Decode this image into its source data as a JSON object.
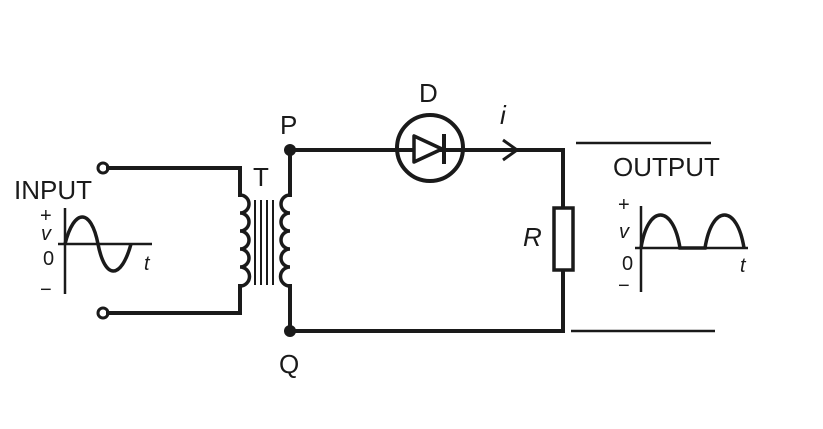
{
  "labels": {
    "input": "INPUT",
    "output": "OUTPUT",
    "transformer": "T",
    "diode": "D",
    "resistor": "R",
    "current": "i",
    "node_top": "P",
    "node_bottom": "Q"
  },
  "input_graph": {
    "plus": "+",
    "minus": "−",
    "v_axis": "v",
    "origin": "0",
    "t_axis": "t"
  },
  "output_graph": {
    "plus": "+",
    "minus": "−",
    "v_axis": "v",
    "origin": "0",
    "t_axis": "t"
  },
  "colors": {
    "ink": "#1a1a1a",
    "background": "#ffffff"
  }
}
